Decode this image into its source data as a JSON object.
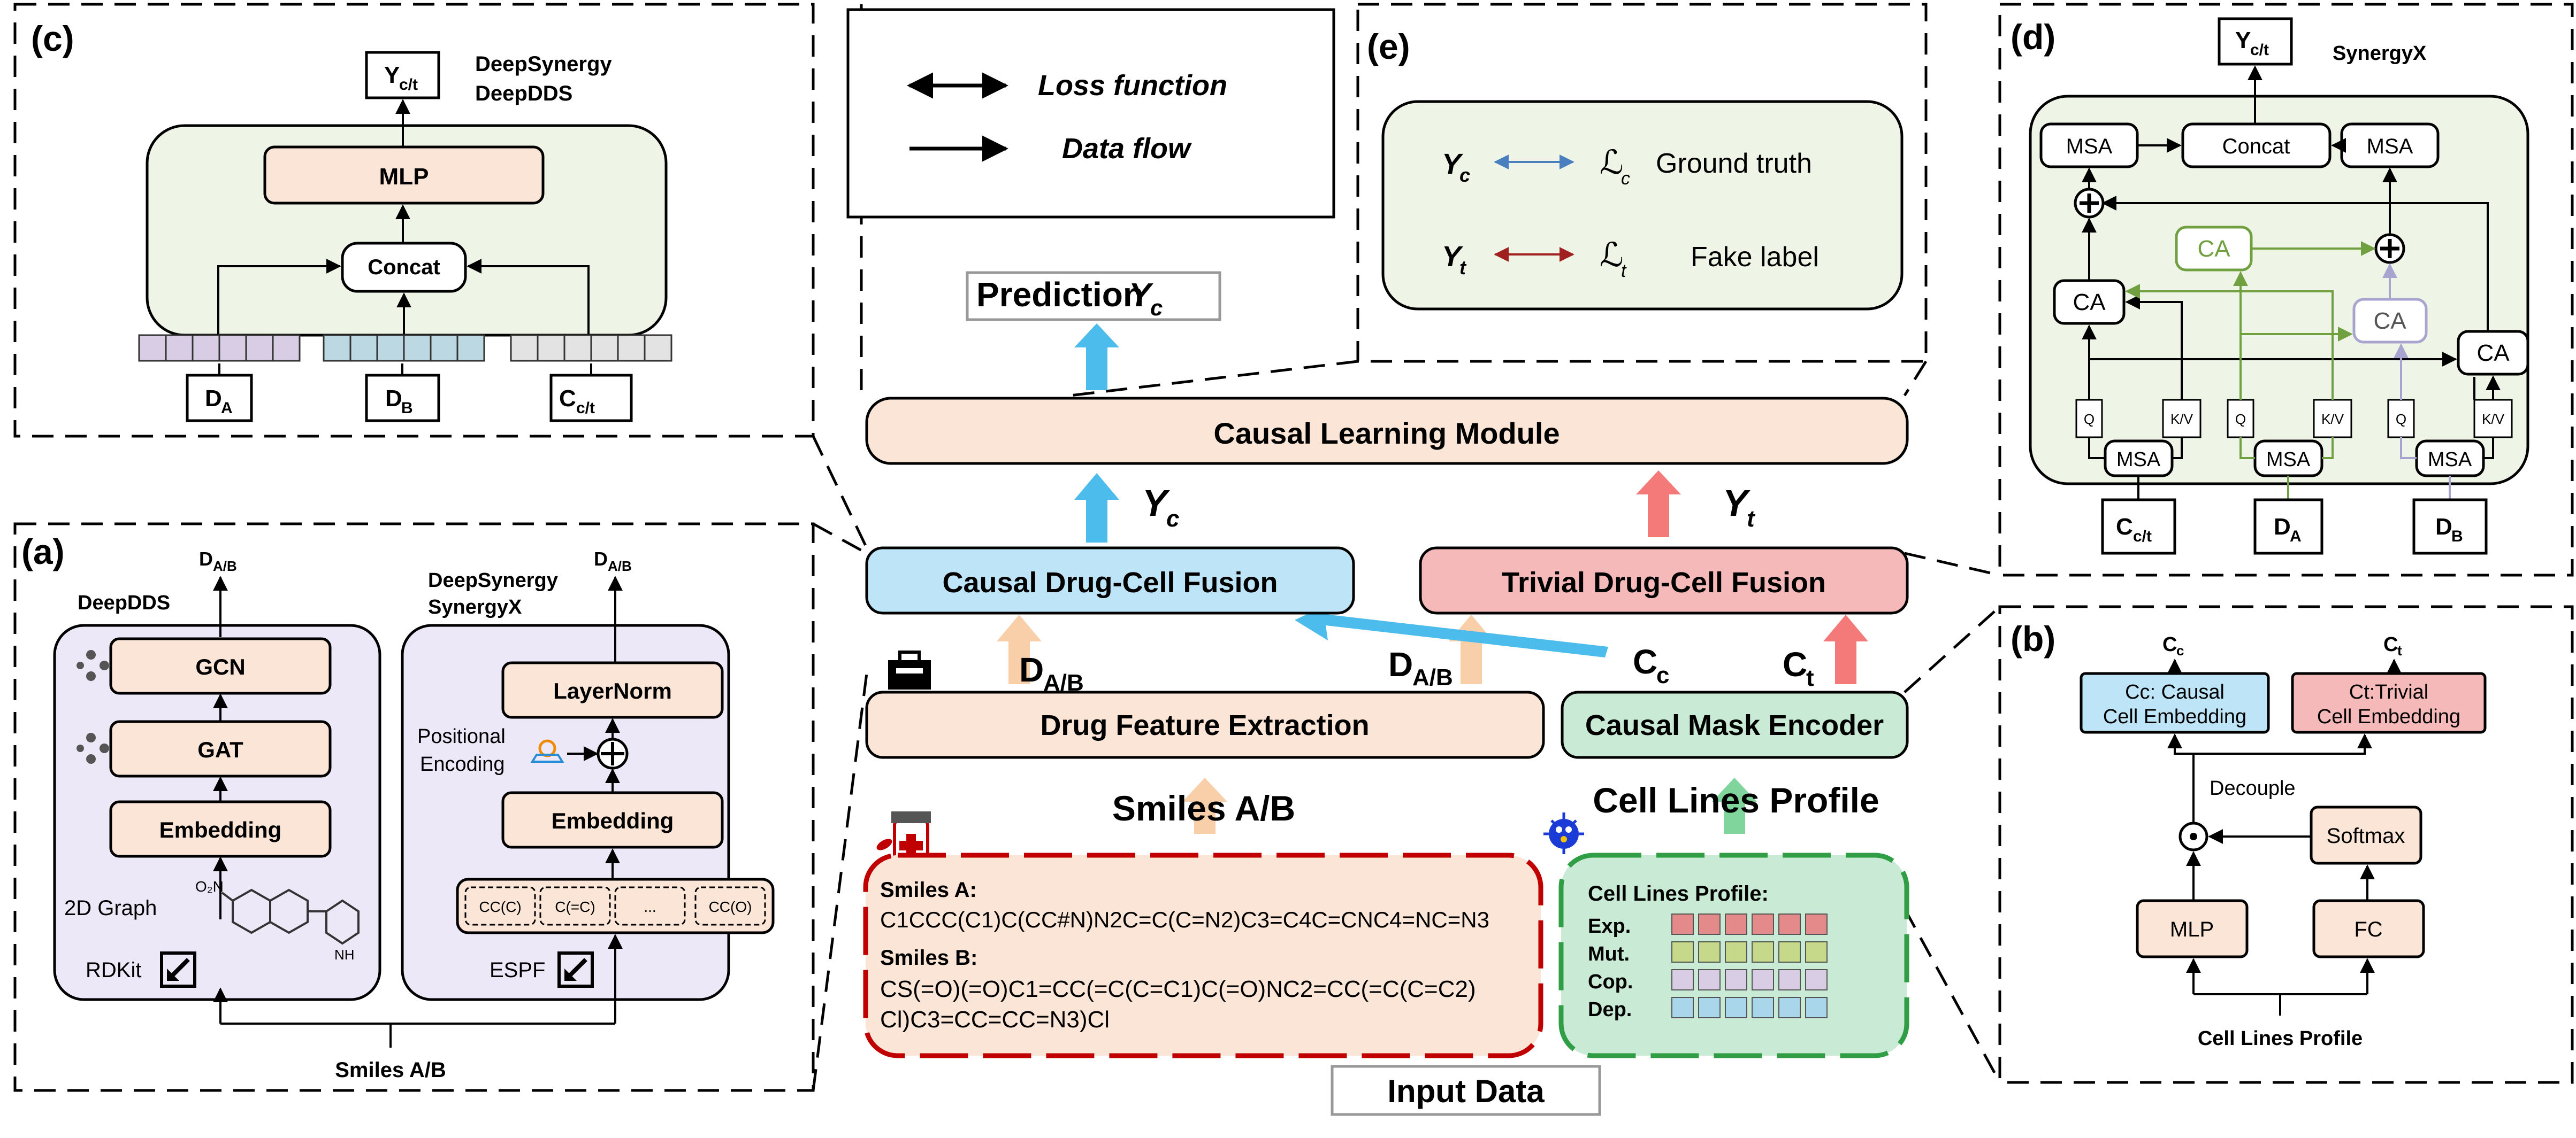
{
  "panels": {
    "c": "(c)",
    "a": "(a)",
    "e": "(e)",
    "d": "(d)",
    "b": "(b)"
  },
  "legend": {
    "loss": "Loss function",
    "flow": "Data flow"
  },
  "center": {
    "prediction": "Prediction",
    "causal_learning": "Causal Learning Module",
    "causal_fusion": "Causal Drug-Cell Fusion",
    "trivial_fusion": "Trivial Drug-Cell Fusion",
    "drug_extraction": "Drug Feature Extraction",
    "mask_encoder": "Causal Mask Encoder",
    "smiles_ab": "Smiles A/B",
    "cell_profile": "Cell Lines Profile",
    "input_data": "Input Data",
    "smiles_a_label": "Smiles A:",
    "smiles_a": "C1CCC(C1)C(CC#N)N2C=C(C=N2)C3=C4C=CNC4=NC=N3",
    "smiles_b_label": "Smiles B:",
    "smiles_b_1": "CS(=O)(=O)C1=CC(=C(C=C1)C(=O)NC2=CC(=C(C=C2)",
    "smiles_b_2": "Cl)C3=CC=CC=N3)Cl",
    "cell_profile_label": "Cell Lines Profile:",
    "rows": [
      "Exp.",
      "Mut.",
      "Cop.",
      "Dep."
    ]
  },
  "panel_e": {
    "ground": "Ground truth",
    "fake": "Fake label"
  },
  "panel_c": {
    "models_1": "DeepSynergy",
    "models_2": "DeepDDS",
    "mlp": "MLP",
    "concat": "Concat"
  },
  "panel_a": {
    "deepdds": "DeepDDS",
    "deepsynergy": "DeepSynergy",
    "synergyx": "SynergyX",
    "gcn": "GCN",
    "gat": "GAT",
    "embedding": "Embedding",
    "layernorm": "LayerNorm",
    "pos_1": "Positional",
    "pos_2": "Encoding",
    "graph": "2D Graph",
    "rdkit": "RDKit",
    "espf": "ESPF",
    "subs": [
      "CC(C)",
      "C(=C)",
      "...",
      "CC(O)"
    ],
    "no2": "O₂N",
    "nh": "NH",
    "n": "N",
    "smiles_ab": "Smiles A/B"
  },
  "panel_d": {
    "title": "SynergyX",
    "msa": "MSA",
    "concat": "Concat",
    "ca": "CA",
    "q": "Q",
    "kv": "K/V"
  },
  "panel_b": {
    "causal_1": "Cc: Causal",
    "causal_2": "Cell Embedding",
    "trivial_1": "Ct:Trivial",
    "trivial_2": "Cell Embedding",
    "decouple": "Decouple",
    "softmax": "Softmax",
    "mlp": "MLP",
    "fc": "FC",
    "cell_profile": "Cell Lines Profile"
  },
  "colors": {
    "peach": "#fbe5d6",
    "blue": "#bde4f7",
    "pink": "#f6b9b9",
    "mint": "#c9ebd5",
    "sage": "#eef4e6",
    "lavender": "#ece8f7",
    "arrow_blue": "#4bbcec",
    "arrow_red": "#f47a7a",
    "arrow_peach": "#f9cfaa",
    "arrow_green": "#7fd59b",
    "dash_red": "#c00000",
    "dash_green": "#2f9e44",
    "cca_green": "#70a040",
    "cca_purple": "#a8a4d0"
  }
}
